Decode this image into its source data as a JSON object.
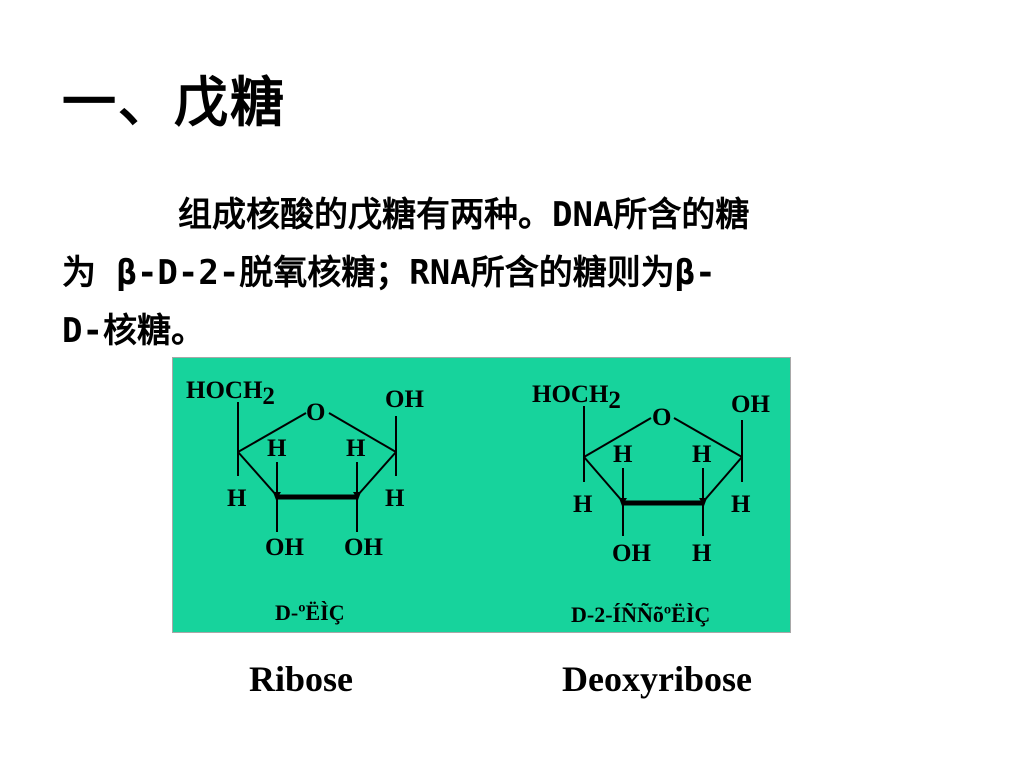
{
  "slide": {
    "title": "一、戊糖",
    "paragraph": {
      "line1": "组成核酸的戊糖有两种。DNA所含的糖",
      "line2": "为  β-D-2-脱氧核糖；RNA所含的糖则为β-",
      "line3": "D-核糖。"
    }
  },
  "figure": {
    "background_color": "#17d39c",
    "ribose": {
      "hoch": "HOCH",
      "sub2": "2",
      "ring_o": "O",
      "c1_oh": "OH",
      "c4_h": "H",
      "c1_h": "H",
      "c3_h": "H",
      "c2_h": "H",
      "c3_oh": "OH",
      "c2_oh": "OH",
      "label": "D-ºËÌÇ"
    },
    "deoxyribose": {
      "hoch": "HOCH",
      "sub2": "2",
      "ring_o": "O",
      "c1_oh": "OH",
      "c4_h": "H",
      "c1_h": "H",
      "c3_h": "H",
      "c2_h": "H",
      "c3_oh": "OH",
      "c2_h2": "H",
      "label": "D-2-ÍÑÑõºËÌÇ"
    }
  },
  "captions": {
    "ribose": "Ribose",
    "deoxyribose": "Deoxyribose"
  }
}
